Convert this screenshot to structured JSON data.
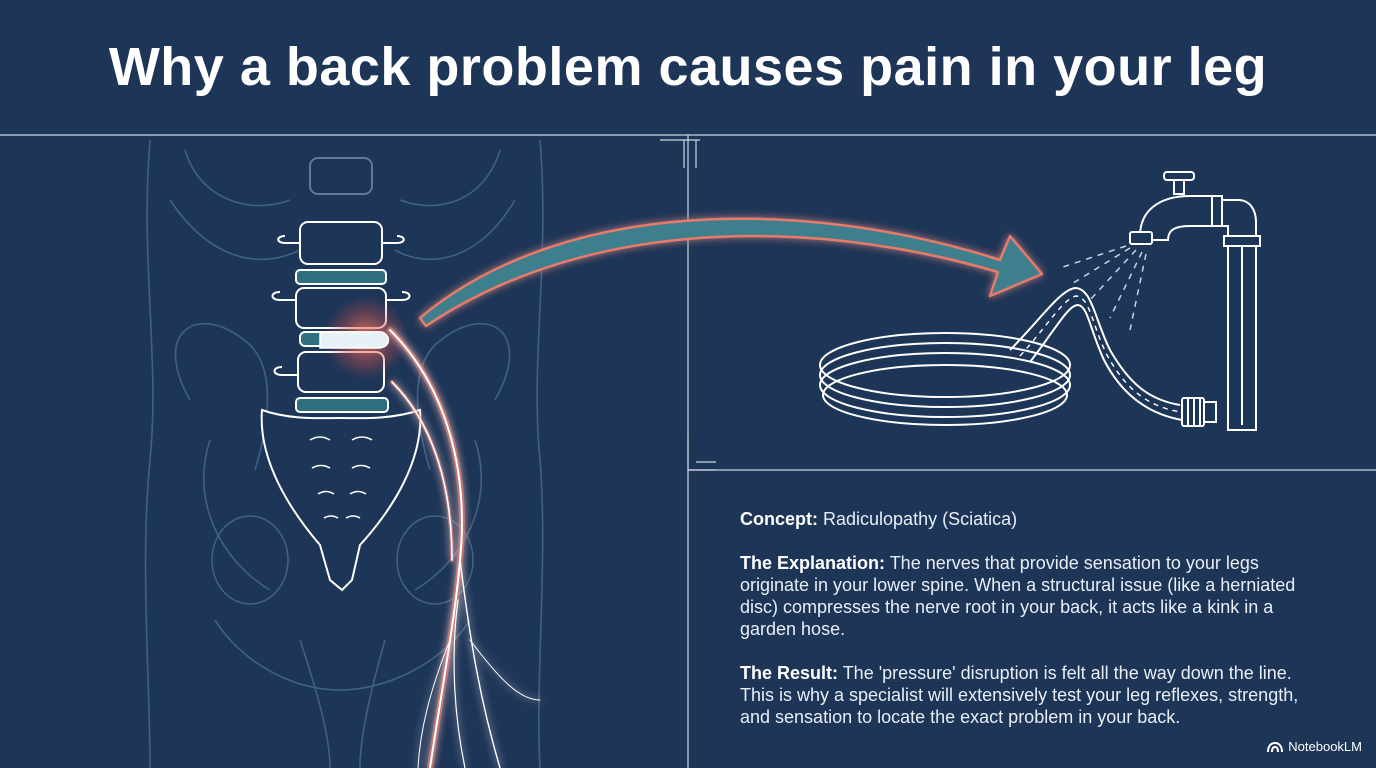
{
  "title": "Why a back problem causes pain in your leg",
  "concept": {
    "label": "Concept:",
    "text": " Radiculopathy (Sciatica)"
  },
  "explanation": {
    "label": "The Explanation:",
    "text": " The nerves that provide sensation to your legs originate in your lower spine. When a structural issue (like a herniated disc) compresses the nerve root in your back, it acts like a kink in a garden hose."
  },
  "result": {
    "label": "The Result:",
    "text": " The 'pressure' disruption is felt all the way down the line. This is why a specialist will extensively test your leg reflexes, strength, and sensation to locate the exact problem in your back."
  },
  "brand": "NotebookLM",
  "colors": {
    "background": "#1d3557",
    "line": "#c9d6e3",
    "nerve_glow": "#e87a6a",
    "disc": "#2f6f7e",
    "arrow": "#3d7f8c"
  },
  "icons": [
    "spine-illustration",
    "nerve-illustration",
    "faucet-icon",
    "garden-hose-icon",
    "notebooklm-logo-icon"
  ]
}
